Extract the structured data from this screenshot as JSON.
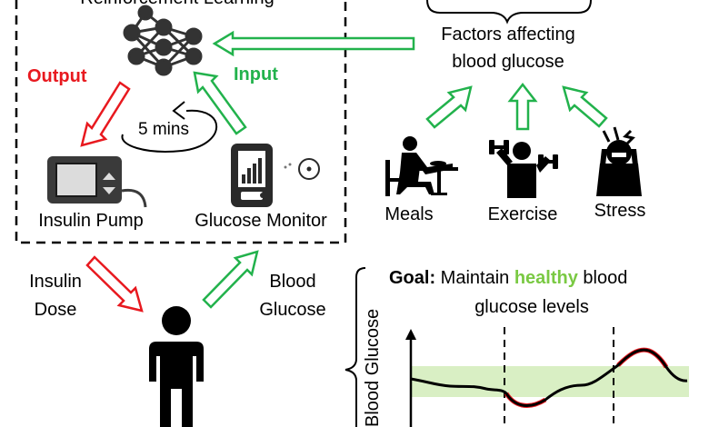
{
  "rl_box": {
    "title": "Reinforcement Learning",
    "output_label": "Output",
    "input_label": "Input",
    "loop_label": "5 mins",
    "insulin_pump_label": "Insulin Pump",
    "glucose_monitor_label": "Glucose Monitor"
  },
  "factors": {
    "title_line1": "Factors affecting",
    "title_line2": "blood glucose",
    "items": [
      {
        "label": "Meals",
        "icon": "meals-icon"
      },
      {
        "label": "Exercise",
        "icon": "exercise-icon"
      },
      {
        "label": "Stress",
        "icon": "stress-icon"
      }
    ]
  },
  "patient": {
    "insulin_line1": "Insulin",
    "insulin_line2": "Dose",
    "glucose_line1": "Blood",
    "glucose_line2": "Glucose"
  },
  "goal": {
    "prefix": "Goal:",
    "part1": " Maintain ",
    "highlight": "healthy",
    "part2": " blood",
    "line2": "glucose levels",
    "axis_label": "Blood Glucose"
  },
  "colors": {
    "output": "#e8191f",
    "input": "#22b24c",
    "healthy": "#7ac943",
    "healthy_band": "#d9efc4",
    "dark": "#222222"
  }
}
